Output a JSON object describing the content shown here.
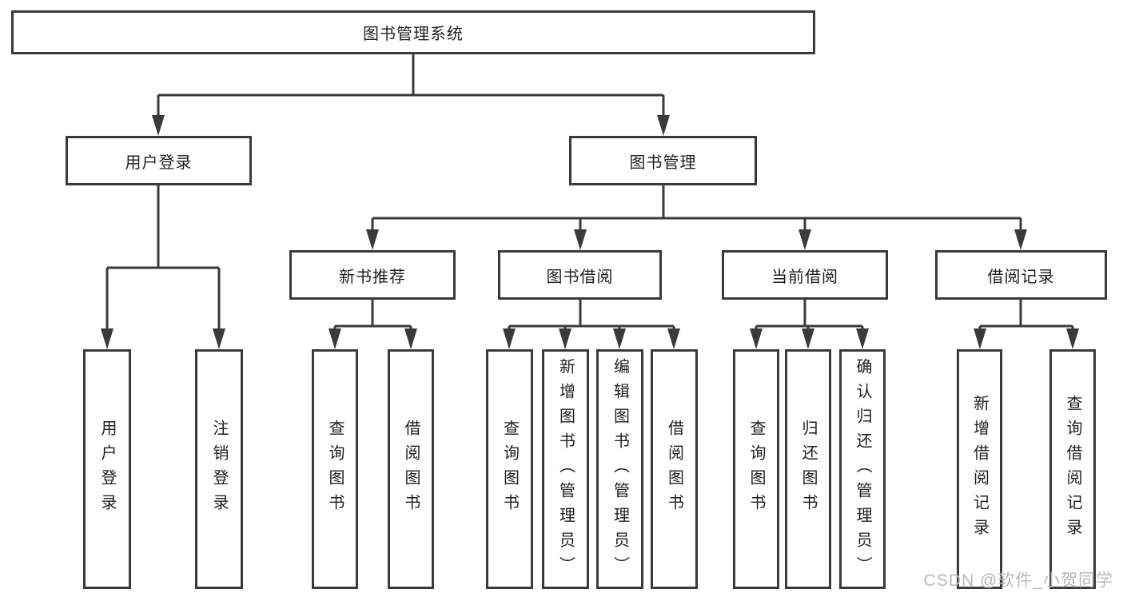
{
  "colors": {
    "line": "#3a3a3a",
    "text": "#1f1f1f",
    "background": "#ffffff",
    "watermark": "#b8b8b8"
  },
  "watermark": "CSDN @软件_小贺同学",
  "tree": {
    "root": "图书管理系统",
    "branches": [
      {
        "label": "用户登录",
        "children": [
          "用户登录",
          "注销登录"
        ]
      },
      {
        "label": "图书管理",
        "groups": [
          {
            "label": "新书推荐",
            "children": [
              "查询图书",
              "借阅图书"
            ]
          },
          {
            "label": "图书借阅",
            "children": [
              "查询图书",
              "新增图书（管理员）",
              "编辑图书（管理员）",
              "借阅图书"
            ]
          },
          {
            "label": "当前借阅",
            "children": [
              "查询图书",
              "归还图书",
              "确认归还（管理员）"
            ]
          },
          {
            "label": "借阅记录",
            "children": [
              "新增借阅记录",
              "查询借阅记录"
            ]
          }
        ]
      }
    ]
  }
}
